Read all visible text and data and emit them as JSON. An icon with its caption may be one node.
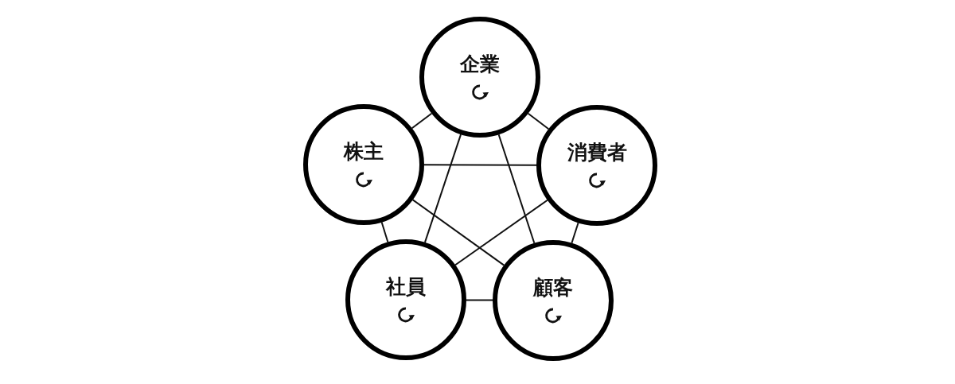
{
  "diagram": {
    "nodes": [
      {
        "text": [
          "企業"
        ]
      },
      {
        "text": [
          "株主"
        ]
      },
      {
        "text": [
          "消費者"
        ]
      },
      {
        "text": [
          "社員"
        ]
      },
      {
        "text": [
          "顧客"
        ]
      }
    ],
    "edges": [
      {
        "from": 0,
        "to": 1,
        "arrow": "none"
      },
      {
        "from": 0,
        "to": 2,
        "arrow": "none"
      },
      {
        "from": 0,
        "to": 3,
        "arrow": "none"
      },
      {
        "from": 0,
        "to": 4,
        "arrow": "none"
      },
      {
        "from": 1,
        "to": 2,
        "arrow": "none"
      },
      {
        "from": 1,
        "to": 3,
        "arrow": "none"
      },
      {
        "from": 1,
        "to": 4,
        "arrow": "none"
      },
      {
        "from": 2,
        "to": 3,
        "arrow": "none"
      },
      {
        "from": 2,
        "to": 4,
        "arrow": "none"
      },
      {
        "from": 3,
        "to": 4,
        "arrow": "none"
      }
    ]
  }
}
